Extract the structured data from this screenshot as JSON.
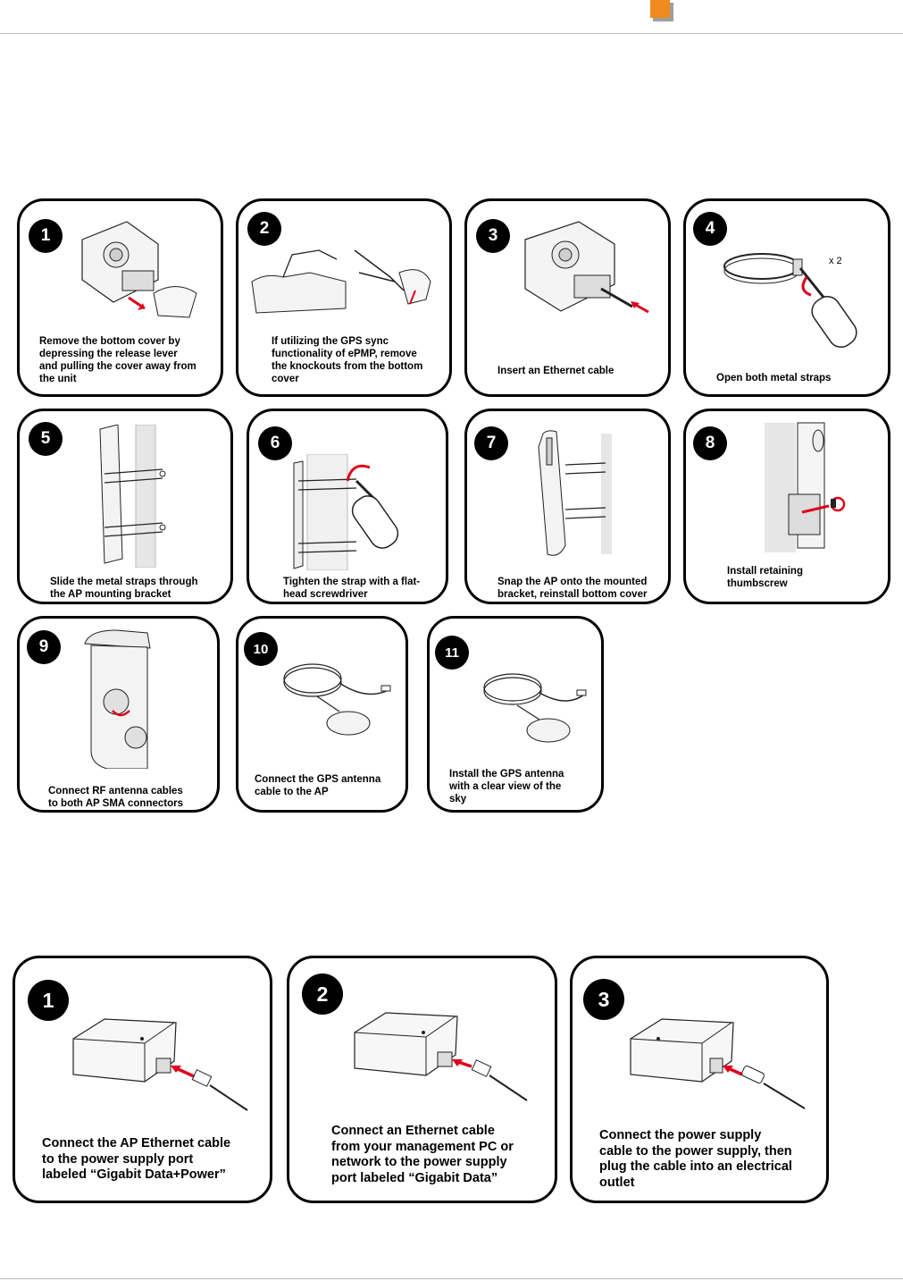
{
  "install_steps": [
    {
      "number": "1",
      "caption": "Remove the bottom  cover by\ndepressing the release lever\nand  pulling  the cover away  from\nthe unit"
    },
    {
      "number": "2",
      "caption": "If utilizing  the GPS sync\nfunctionality  of ePMP, remove\nthe knockouts  from  the bottom\ncover"
    },
    {
      "number": "3",
      "caption": "Insert an Ethernet cable"
    },
    {
      "number": "4",
      "caption": "Open both metal straps",
      "multiplier": "x 2"
    },
    {
      "number": "5",
      "caption": "Slide the metal straps through\nthe AP mounting  bracket"
    },
    {
      "number": "6",
      "caption": "Tighten the strap with  a flat-\nhead screwdriver"
    },
    {
      "number": "7",
      "caption": "Snap the AP  onto the mounted\nbracket, reinstall  bottom cover"
    },
    {
      "number": "8",
      "caption": "Install  retaining\nthumbscrew"
    },
    {
      "number": "9",
      "caption": "Connect RF antenna cables\nto both AP  SMA connectors"
    },
    {
      "number": "10",
      "caption": "Connect the GPS antenna\ncable to the AP"
    },
    {
      "number": "11",
      "caption": "Install  the GPS antenna\nwith  a clear view of the\nsky"
    }
  ],
  "power_steps": [
    {
      "number": "1",
      "caption": "Connect the AP  Ethernet cable\nto the power supply  port\nlabeled “Gigabit Data+Power”"
    },
    {
      "number": "2",
      "caption": "Connect an Ethernet cable\nfrom your management  PC or\nnetwork to the power supply\nport labeled “Gigabit  Data”"
    },
    {
      "number": "3",
      "caption": "Connect the power supply\ncable to the power supply,  then\nplug the cable into an electrical\noutlet"
    }
  ],
  "colors": {
    "accent": "#f08a1c",
    "arrow": "#e0001a"
  }
}
